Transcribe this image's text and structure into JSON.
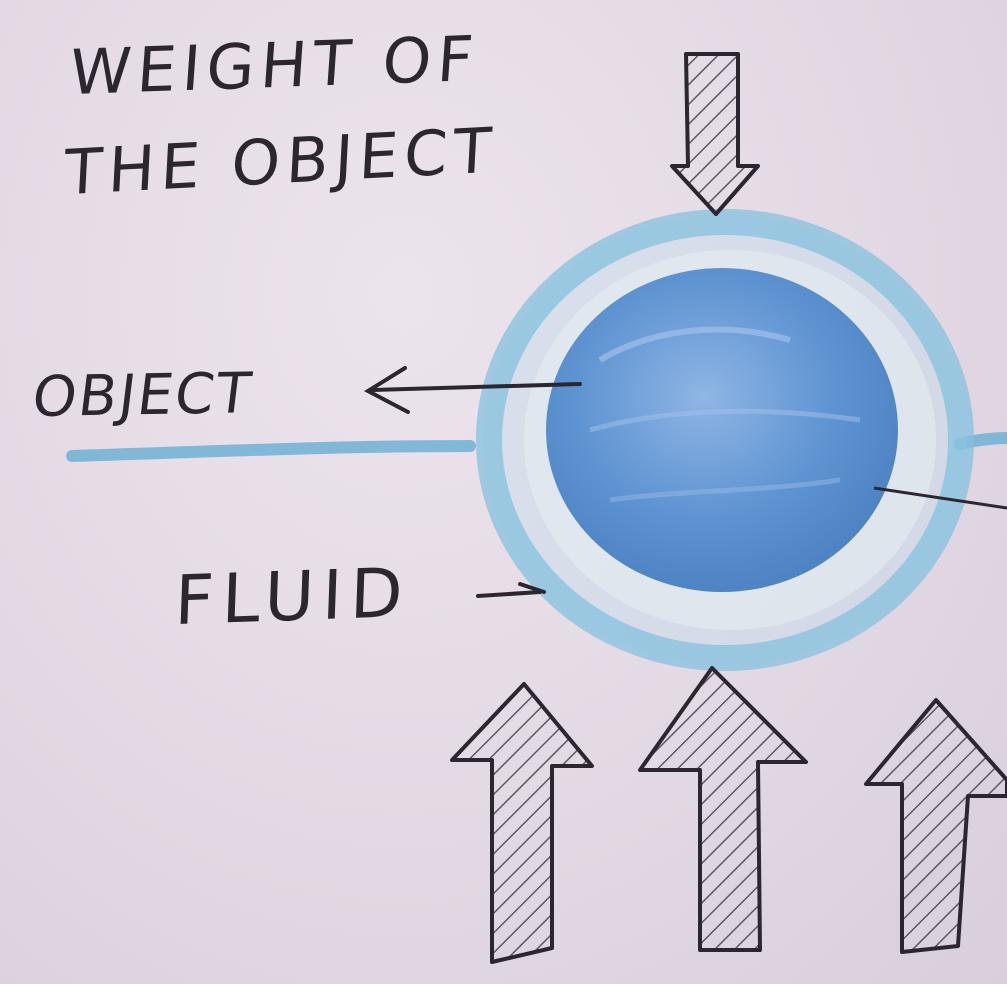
{
  "labels": {
    "weight_line1": "WEIGHT OF",
    "weight_line2": "THE OBJECT",
    "object": "OBJECT",
    "fluid": "FLUID"
  },
  "colors": {
    "paper": "#e6dde6",
    "ink": "#2b2630",
    "object_fill": "#5f94d2",
    "fluid_fill": "#7fbbd9",
    "arrow_hatch": "#6e6a78"
  },
  "arrows": {
    "weight": "down-arrow-icon",
    "buoyant_forces": [
      "up-arrow-icon",
      "up-arrow-icon",
      "up-arrow-icon"
    ]
  }
}
